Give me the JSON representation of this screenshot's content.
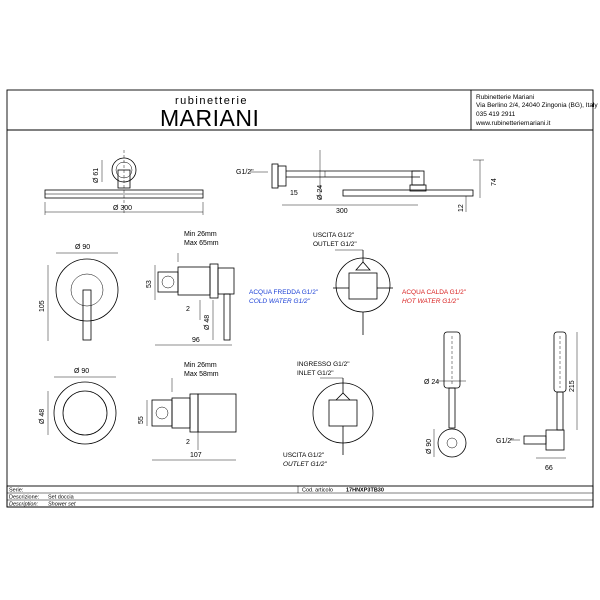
{
  "header": {
    "brand_top": "rubinetterie",
    "brand_bottom": "MARIANI",
    "company_name": "Rubinetterie Mariani",
    "address": "Via Berlino 2/4, 24040 Zingonia (BG), Italy",
    "phone": "035 419 2911",
    "website": "www.rubinetteriemariani.it"
  },
  "drawing": {
    "head_top_dia": "Ø 61",
    "head_dia": "Ø 300",
    "arm_thread": "G1/2\"",
    "arm_15": "15",
    "arm_dia24": "Ø 24",
    "arm_74": "74",
    "arm_300": "300",
    "arm_12": "12",
    "mixer_dia90": "Ø 90",
    "mixer_105": "105",
    "mixer_min": "Min 26mm",
    "mixer_max": "Max 65mm",
    "mixer_53": "53",
    "mixer_2": "2",
    "mixer_dia48": "Ø 48",
    "mixer_96": "96",
    "outlet_it": "USCITA G1/2\"",
    "outlet_en": "OUTLET G1/2\"",
    "cold_it": "ACQUA FREDDA G1/2\"",
    "cold_en": "COLD WATER G1/2\"",
    "hot_it": "ACQUA CALDA G1/2\"",
    "hot_en": "HOT WATER G1/2\"",
    "div_dia90": "Ø 90",
    "div_dia48": "Ø 48",
    "div_min": "Min 26mm",
    "div_max": "Max 58mm",
    "div_55": "55",
    "div_2": "2",
    "div_107": "107",
    "inlet_it": "INGRESSO G1/2\"",
    "inlet_en": "INLET G1/2\"",
    "outlet2_it": "USCITA G1/2\"",
    "outlet2_en": "OUTLET G1/2\"",
    "hand_dia24": "Ø 24",
    "hand_dia90": "Ø 90",
    "hand_215": "215",
    "hand_thread": "G1/2\"",
    "hand_66": "66"
  },
  "footer": {
    "serie_label": "Serie:",
    "serie_value": "",
    "descr_it_label": "Descrizione:",
    "descr_it_value": "Set doccia",
    "descr_en_label": "Description:",
    "descr_en_value": "Shower set",
    "code_label": "Cod. articolo",
    "code_value": "17HNXP3TB30"
  }
}
